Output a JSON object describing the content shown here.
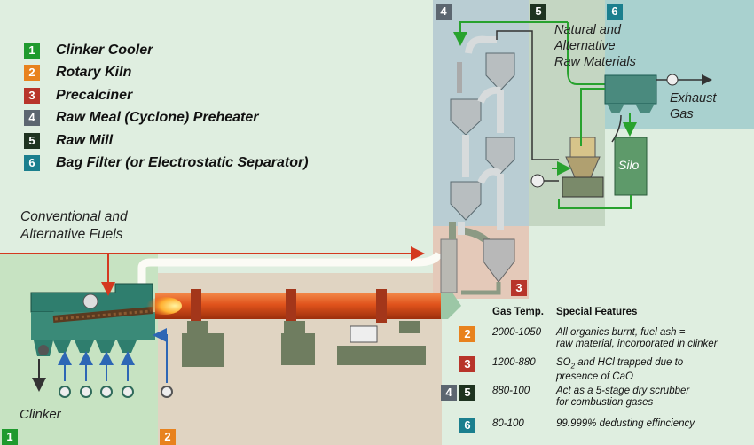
{
  "colors": {
    "zone1": "#1f9a2e",
    "zone2": "#e8821e",
    "zone3": "#b8342a",
    "zone4": "#5c6670",
    "zone5": "#1e3320",
    "zone6": "#1b7f8e",
    "kiln": "#e0531c",
    "arrow_red": "#d4391f",
    "arrow_green": "#28a22e",
    "arrow_blue": "#2d66b5"
  },
  "legend": [
    {
      "number": "1",
      "label": "Clinker Cooler",
      "color": "#1f9a2e"
    },
    {
      "number": "2",
      "label": "Rotary Kiln",
      "color": "#e8821e"
    },
    {
      "number": "3",
      "label": "Precalciner",
      "color": "#b8342a"
    },
    {
      "number": "4",
      "label": "Raw Meal (Cyclone) Preheater",
      "color": "#5c6670"
    },
    {
      "number": "5",
      "label": "Raw Mill",
      "color": "#1e3320"
    },
    {
      "number": "6",
      "label": "Bag Filter (or Electrostatic Separator)",
      "color": "#1b7f8e"
    }
  ],
  "zone_badges": {
    "cooler": "1",
    "kiln": "2",
    "precalciner": "3",
    "preheater": "4",
    "raw_mill": "5",
    "bag_filter": "6"
  },
  "labels": {
    "fuels_line1": "Conventional and",
    "fuels_line2": "Alternative Fuels",
    "raw_line1": "Natural and",
    "raw_line2": "Alternative",
    "raw_line3": "Raw Materials",
    "exhaust_line1": "Exhaust",
    "exhaust_line2": "Gas",
    "silo": "Silo",
    "clinker": "Clinker"
  },
  "table": {
    "header_temp": "Gas Temp.",
    "header_features": "Special Features",
    "rows": [
      {
        "badges": [
          "2"
        ],
        "temp": "2000-1050",
        "features_line1": "All organics burnt, fuel ash =",
        "features_line2": "raw material, incorporated in clinker"
      },
      {
        "badges": [
          "3"
        ],
        "temp": "1200-880",
        "features_line1_pre": "SO",
        "features_line1_sub": "2",
        "features_line1_post": " and HCl trapped due to",
        "features_line2": "presence of CaO"
      },
      {
        "badges": [
          "4",
          "5"
        ],
        "temp": "880-100",
        "features_line1": "Act as a 5-stage dry scrubber",
        "features_line2": "for combustion gases"
      },
      {
        "badges": [
          "6"
        ],
        "temp": "80-100",
        "features_line1": "99.999% dedusting effinciency",
        "features_line2": ""
      }
    ]
  }
}
